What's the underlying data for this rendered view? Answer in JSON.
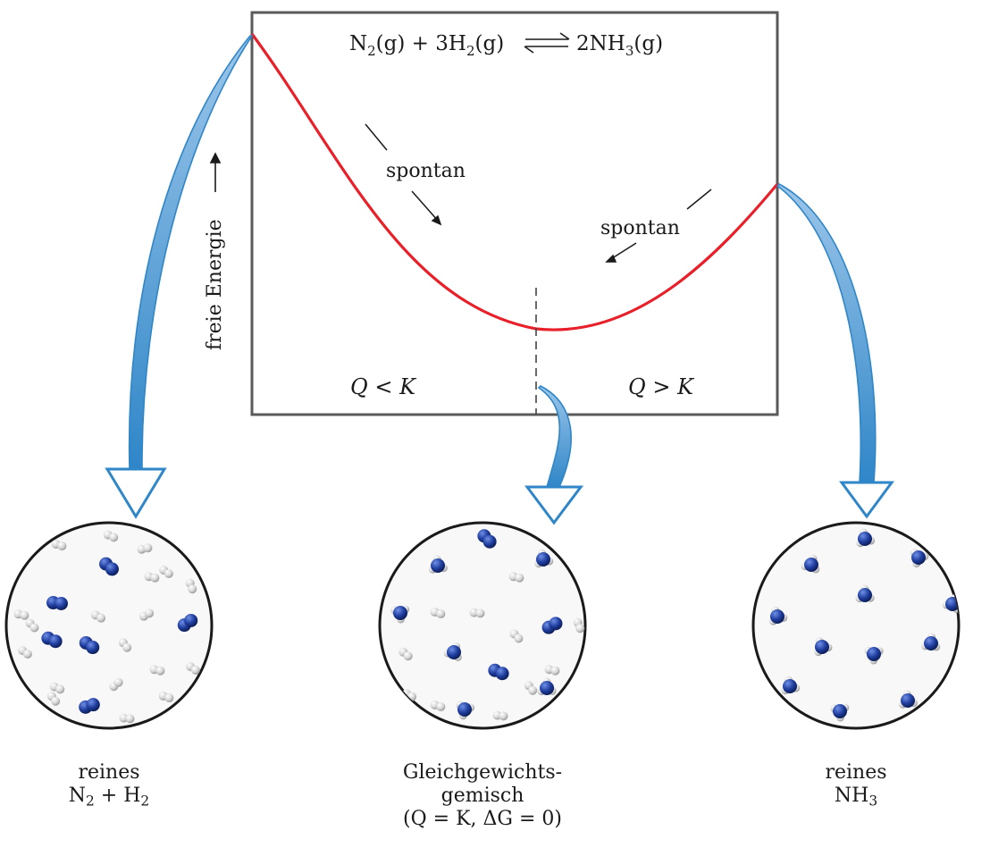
{
  "diagram": {
    "equation": {
      "n2": "N",
      "n2_sub": "2",
      "g1": "(g)",
      "plus": " + ",
      "h2": "3H",
      "h2_sub": "2",
      "g2": "(g)",
      "nh3": "2NH",
      "nh3_sub": "3",
      "g3": "(g)"
    },
    "y_axis_label": "freie Energie",
    "left_arrow_label": "spontan",
    "right_arrow_label": "spontan",
    "region_left": {
      "q": "Q",
      "rel": " < ",
      "k": "K"
    },
    "region_right": {
      "q": "Q",
      "rel": " > ",
      "k": "K"
    },
    "colors": {
      "curve": "#e8202a",
      "frame": "#5a5a5a",
      "flow_arrow": "#2f86c8",
      "nitrogen": "#1f3d9e",
      "hydrogen": "#d8d8d8"
    }
  },
  "mixtures": [
    {
      "id": "left",
      "line1": "reines",
      "line2a": "N",
      "line2a_sub": "2",
      "line2b": " + H",
      "line2b_sub": "2"
    },
    {
      "id": "middle",
      "line1": "Gleichgewichts-",
      "line2": "gemisch",
      "line3": "(Q = K, ΔG = 0)"
    },
    {
      "id": "right",
      "line1": "reines",
      "line2a": "NH",
      "line2a_sub": "3"
    }
  ]
}
